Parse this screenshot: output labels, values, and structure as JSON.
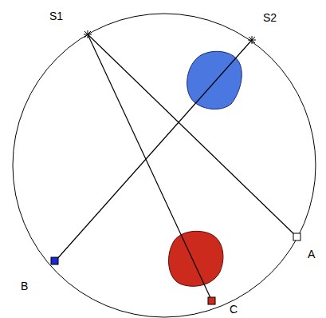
{
  "diagram": {
    "labels": [
      "S1",
      "S2",
      "A",
      "B",
      "C"
    ]
  }
}
